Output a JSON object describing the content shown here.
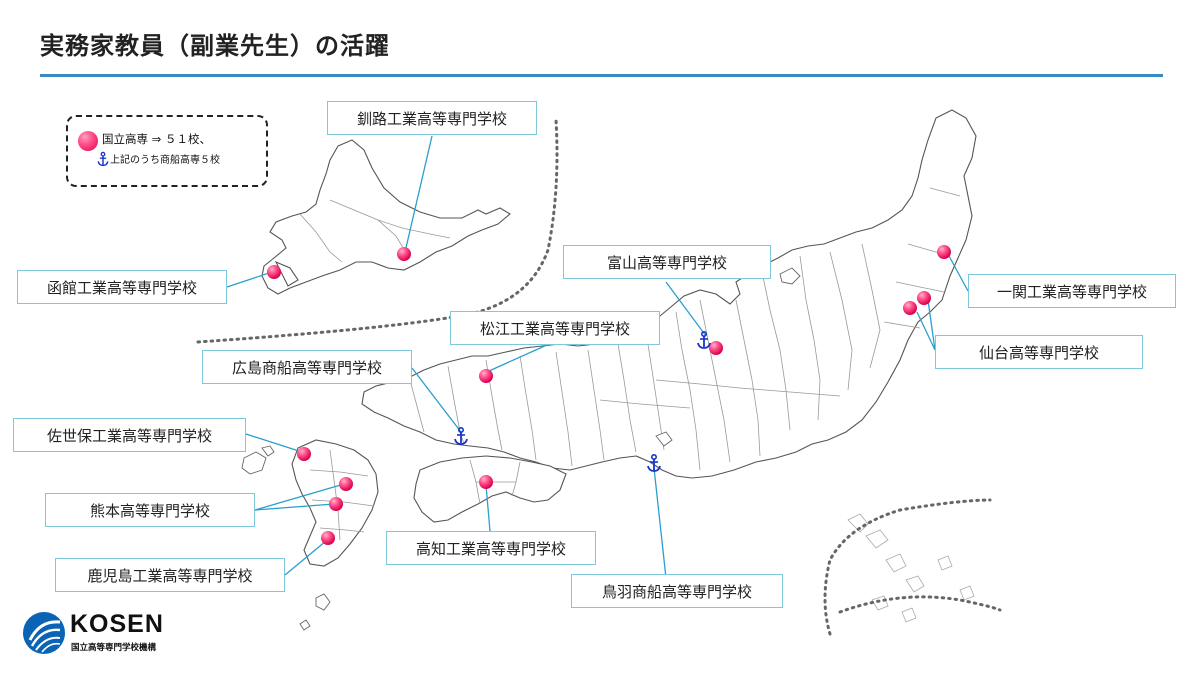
{
  "title": "実務家教員（副業先生）の活躍",
  "legend": {
    "row1": "国立高専 ⇒ ５１校、",
    "row2": "上記のうち商船高専５校"
  },
  "colors": {
    "accent_rule": "#3a8ac4",
    "label_border": "#7ec8dc",
    "marker_pink": "#ff4f8b",
    "anchor_blue": "#1a33c9",
    "connector": "#2a9fcf"
  },
  "schools": [
    {
      "id": "kushiro",
      "name": "釧路工業高等専門学校",
      "marker": "dot"
    },
    {
      "id": "hakodate",
      "name": "函館工業高等専門学校",
      "marker": "dot"
    },
    {
      "id": "toyama",
      "name": "富山高等専門学校",
      "marker": "anchor"
    },
    {
      "id": "ichinoseki",
      "name": "一関工業高等専門学校",
      "marker": "dot"
    },
    {
      "id": "sendai",
      "name": "仙台高等専門学校",
      "marker": "dot"
    },
    {
      "id": "matsue",
      "name": "松江工業高等専門学校",
      "marker": "dot"
    },
    {
      "id": "hiroshima",
      "name": "広島商船高等専門学校",
      "marker": "anchor"
    },
    {
      "id": "sasebo",
      "name": "佐世保工業高等専門学校",
      "marker": "dot"
    },
    {
      "id": "kumamoto",
      "name": "熊本高等専門学校",
      "marker": "dot"
    },
    {
      "id": "kochi",
      "name": "高知工業高等専門学校",
      "marker": "dot"
    },
    {
      "id": "kagoshima",
      "name": "鹿児島工業高等専門学校",
      "marker": "dot"
    },
    {
      "id": "toba",
      "name": "鳥羽商船高等専門学校",
      "marker": "anchor"
    }
  ],
  "logo": {
    "name": "KOSEN",
    "sub": "国立高等専門学校機構"
  }
}
